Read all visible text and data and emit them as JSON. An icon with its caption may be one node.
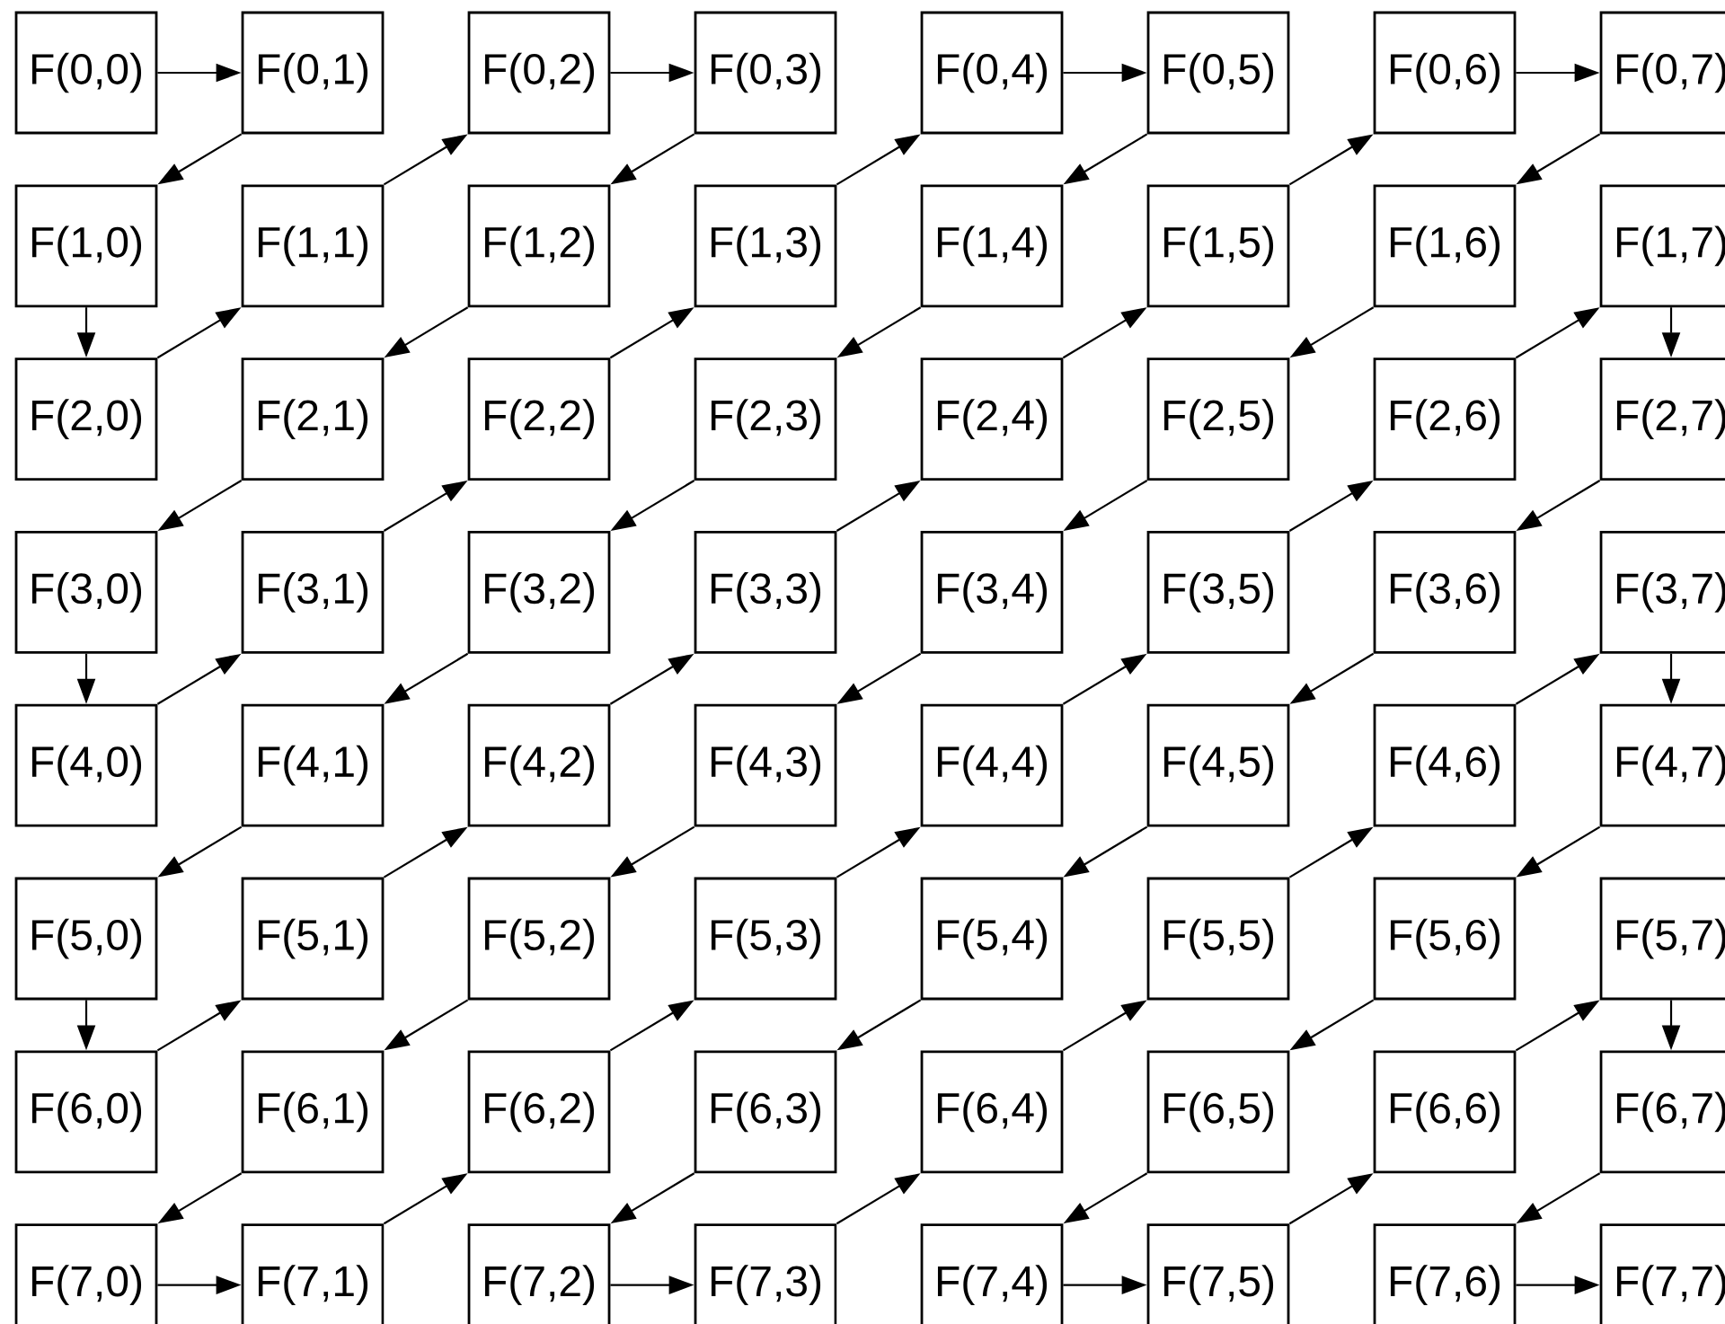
{
  "diagram": {
    "nodes": [
      {
        "text": [
          "F(0,0)"
        ]
      },
      {
        "text": [
          "F(0,1)"
        ]
      },
      {
        "text": [
          "F(0,2)"
        ]
      },
      {
        "text": [
          "F(0,3)"
        ]
      },
      {
        "text": [
          "F(0,4)"
        ]
      },
      {
        "text": [
          "F(0,5)"
        ]
      },
      {
        "text": [
          "F(0,6)"
        ]
      },
      {
        "text": [
          "F(0,7)"
        ]
      },
      {
        "text": [
          "F(1,0)"
        ]
      },
      {
        "text": [
          "F(1,1)"
        ]
      },
      {
        "text": [
          "F(1,2)"
        ]
      },
      {
        "text": [
          "F(1,3)"
        ]
      },
      {
        "text": [
          "F(1,4)"
        ]
      },
      {
        "text": [
          "F(1,5)"
        ]
      },
      {
        "text": [
          "F(1,6)"
        ]
      },
      {
        "text": [
          "F(1,7)"
        ]
      },
      {
        "text": [
          "F(2,0)"
        ]
      },
      {
        "text": [
          "F(2,1)"
        ]
      },
      {
        "text": [
          "F(2,2)"
        ]
      },
      {
        "text": [
          "F(2,3)"
        ]
      },
      {
        "text": [
          "F(2,4)"
        ]
      },
      {
        "text": [
          "F(2,5)"
        ]
      },
      {
        "text": [
          "F(2,6)"
        ]
      },
      {
        "text": [
          "F(2,7)"
        ]
      },
      {
        "text": [
          "F(3,0)"
        ]
      },
      {
        "text": [
          "F(3,1)"
        ]
      },
      {
        "text": [
          "F(3,2)"
        ]
      },
      {
        "text": [
          "F(3,3)"
        ]
      },
      {
        "text": [
          "F(3,4)"
        ]
      },
      {
        "text": [
          "F(3,5)"
        ]
      },
      {
        "text": [
          "F(3,6)"
        ]
      },
      {
        "text": [
          "F(3,7)"
        ]
      },
      {
        "text": [
          "F(4,0)"
        ]
      },
      {
        "text": [
          "F(4,1)"
        ]
      },
      {
        "text": [
          "F(4,2)"
        ]
      },
      {
        "text": [
          "F(4,3)"
        ]
      },
      {
        "text": [
          "F(4,4)"
        ]
      },
      {
        "text": [
          "F(4,5)"
        ]
      },
      {
        "text": [
          "F(4,6)"
        ]
      },
      {
        "text": [
          "F(4,7)"
        ]
      },
      {
        "text": [
          "F(5,0)"
        ]
      },
      {
        "text": [
          "F(5,1)"
        ]
      },
      {
        "text": [
          "F(5,2)"
        ]
      },
      {
        "text": [
          "F(5,3)"
        ]
      },
      {
        "text": [
          "F(5,4)"
        ]
      },
      {
        "text": [
          "F(5,5)"
        ]
      },
      {
        "text": [
          "F(5,6)"
        ]
      },
      {
        "text": [
          "F(5,7)"
        ]
      },
      {
        "text": [
          "F(6,0)"
        ]
      },
      {
        "text": [
          "F(6,1)"
        ]
      },
      {
        "text": [
          "F(6,2)"
        ]
      },
      {
        "text": [
          "F(6,3)"
        ]
      },
      {
        "text": [
          "F(6,4)"
        ]
      },
      {
        "text": [
          "F(6,5)"
        ]
      },
      {
        "text": [
          "F(6,6)"
        ]
      },
      {
        "text": [
          "F(6,7)"
        ]
      },
      {
        "text": [
          "F(7,0)"
        ]
      },
      {
        "text": [
          "F(7,1)"
        ]
      },
      {
        "text": [
          "F(7,2)"
        ]
      },
      {
        "text": [
          "F(7,3)"
        ]
      },
      {
        "text": [
          "F(7,4)"
        ]
      },
      {
        "text": [
          "F(7,5)"
        ]
      },
      {
        "text": [
          "F(7,6)"
        ]
      },
      {
        "text": [
          "F(7,7)"
        ]
      }
    ],
    "edges": [
      {
        "from": 0,
        "to": 1,
        "arrow": "to"
      },
      {
        "from": 1,
        "to": 8,
        "arrow": "to"
      },
      {
        "from": 8,
        "to": 16,
        "arrow": "to"
      },
      {
        "from": 16,
        "to": 9,
        "arrow": "to"
      },
      {
        "from": 9,
        "to": 2,
        "arrow": "to"
      },
      {
        "from": 2,
        "to": 3,
        "arrow": "to"
      },
      {
        "from": 3,
        "to": 10,
        "arrow": "to"
      },
      {
        "from": 10,
        "to": 17,
        "arrow": "to"
      },
      {
        "from": 17,
        "to": 24,
        "arrow": "to"
      },
      {
        "from": 24,
        "to": 32,
        "arrow": "to"
      },
      {
        "from": 32,
        "to": 25,
        "arrow": "to"
      },
      {
        "from": 25,
        "to": 18,
        "arrow": "to"
      },
      {
        "from": 18,
        "to": 11,
        "arrow": "to"
      },
      {
        "from": 11,
        "to": 4,
        "arrow": "to"
      },
      {
        "from": 4,
        "to": 5,
        "arrow": "to"
      },
      {
        "from": 5,
        "to": 12,
        "arrow": "to"
      },
      {
        "from": 12,
        "to": 19,
        "arrow": "to"
      },
      {
        "from": 19,
        "to": 26,
        "arrow": "to"
      },
      {
        "from": 26,
        "to": 33,
        "arrow": "to"
      },
      {
        "from": 33,
        "to": 40,
        "arrow": "to"
      },
      {
        "from": 40,
        "to": 48,
        "arrow": "to"
      },
      {
        "from": 48,
        "to": 41,
        "arrow": "to"
      },
      {
        "from": 41,
        "to": 34,
        "arrow": "to"
      },
      {
        "from": 34,
        "to": 27,
        "arrow": "to"
      },
      {
        "from": 27,
        "to": 20,
        "arrow": "to"
      },
      {
        "from": 20,
        "to": 13,
        "arrow": "to"
      },
      {
        "from": 13,
        "to": 6,
        "arrow": "to"
      },
      {
        "from": 6,
        "to": 7,
        "arrow": "to"
      },
      {
        "from": 7,
        "to": 14,
        "arrow": "to"
      },
      {
        "from": 14,
        "to": 21,
        "arrow": "to"
      },
      {
        "from": 21,
        "to": 28,
        "arrow": "to"
      },
      {
        "from": 28,
        "to": 35,
        "arrow": "to"
      },
      {
        "from": 35,
        "to": 42,
        "arrow": "to"
      },
      {
        "from": 42,
        "to": 49,
        "arrow": "to"
      },
      {
        "from": 49,
        "to": 56,
        "arrow": "to"
      },
      {
        "from": 56,
        "to": 57,
        "arrow": "to"
      },
      {
        "from": 57,
        "to": 50,
        "arrow": "to"
      },
      {
        "from": 50,
        "to": 43,
        "arrow": "to"
      },
      {
        "from": 43,
        "to": 36,
        "arrow": "to"
      },
      {
        "from": 36,
        "to": 29,
        "arrow": "to"
      },
      {
        "from": 29,
        "to": 22,
        "arrow": "to"
      },
      {
        "from": 22,
        "to": 15,
        "arrow": "to"
      },
      {
        "from": 15,
        "to": 23,
        "arrow": "to"
      },
      {
        "from": 23,
        "to": 30,
        "arrow": "to"
      },
      {
        "from": 30,
        "to": 37,
        "arrow": "to"
      },
      {
        "from": 37,
        "to": 44,
        "arrow": "to"
      },
      {
        "from": 44,
        "to": 51,
        "arrow": "to"
      },
      {
        "from": 51,
        "to": 58,
        "arrow": "to"
      },
      {
        "from": 58,
        "to": 59,
        "arrow": "to"
      },
      {
        "from": 59,
        "to": 52,
        "arrow": "to"
      },
      {
        "from": 52,
        "to": 45,
        "arrow": "to"
      },
      {
        "from": 45,
        "to": 38,
        "arrow": "to"
      },
      {
        "from": 38,
        "to": 31,
        "arrow": "to"
      },
      {
        "from": 31,
        "to": 39,
        "arrow": "to"
      },
      {
        "from": 39,
        "to": 46,
        "arrow": "to"
      },
      {
        "from": 46,
        "to": 53,
        "arrow": "to"
      },
      {
        "from": 53,
        "to": 60,
        "arrow": "to"
      },
      {
        "from": 60,
        "to": 61,
        "arrow": "to"
      },
      {
        "from": 61,
        "to": 54,
        "arrow": "to"
      },
      {
        "from": 54,
        "to": 47,
        "arrow": "to"
      },
      {
        "from": 47,
        "to": 55,
        "arrow": "to"
      },
      {
        "from": 55,
        "to": 62,
        "arrow": "to"
      },
      {
        "from": 62,
        "to": 63,
        "arrow": "to"
      }
    ]
  }
}
